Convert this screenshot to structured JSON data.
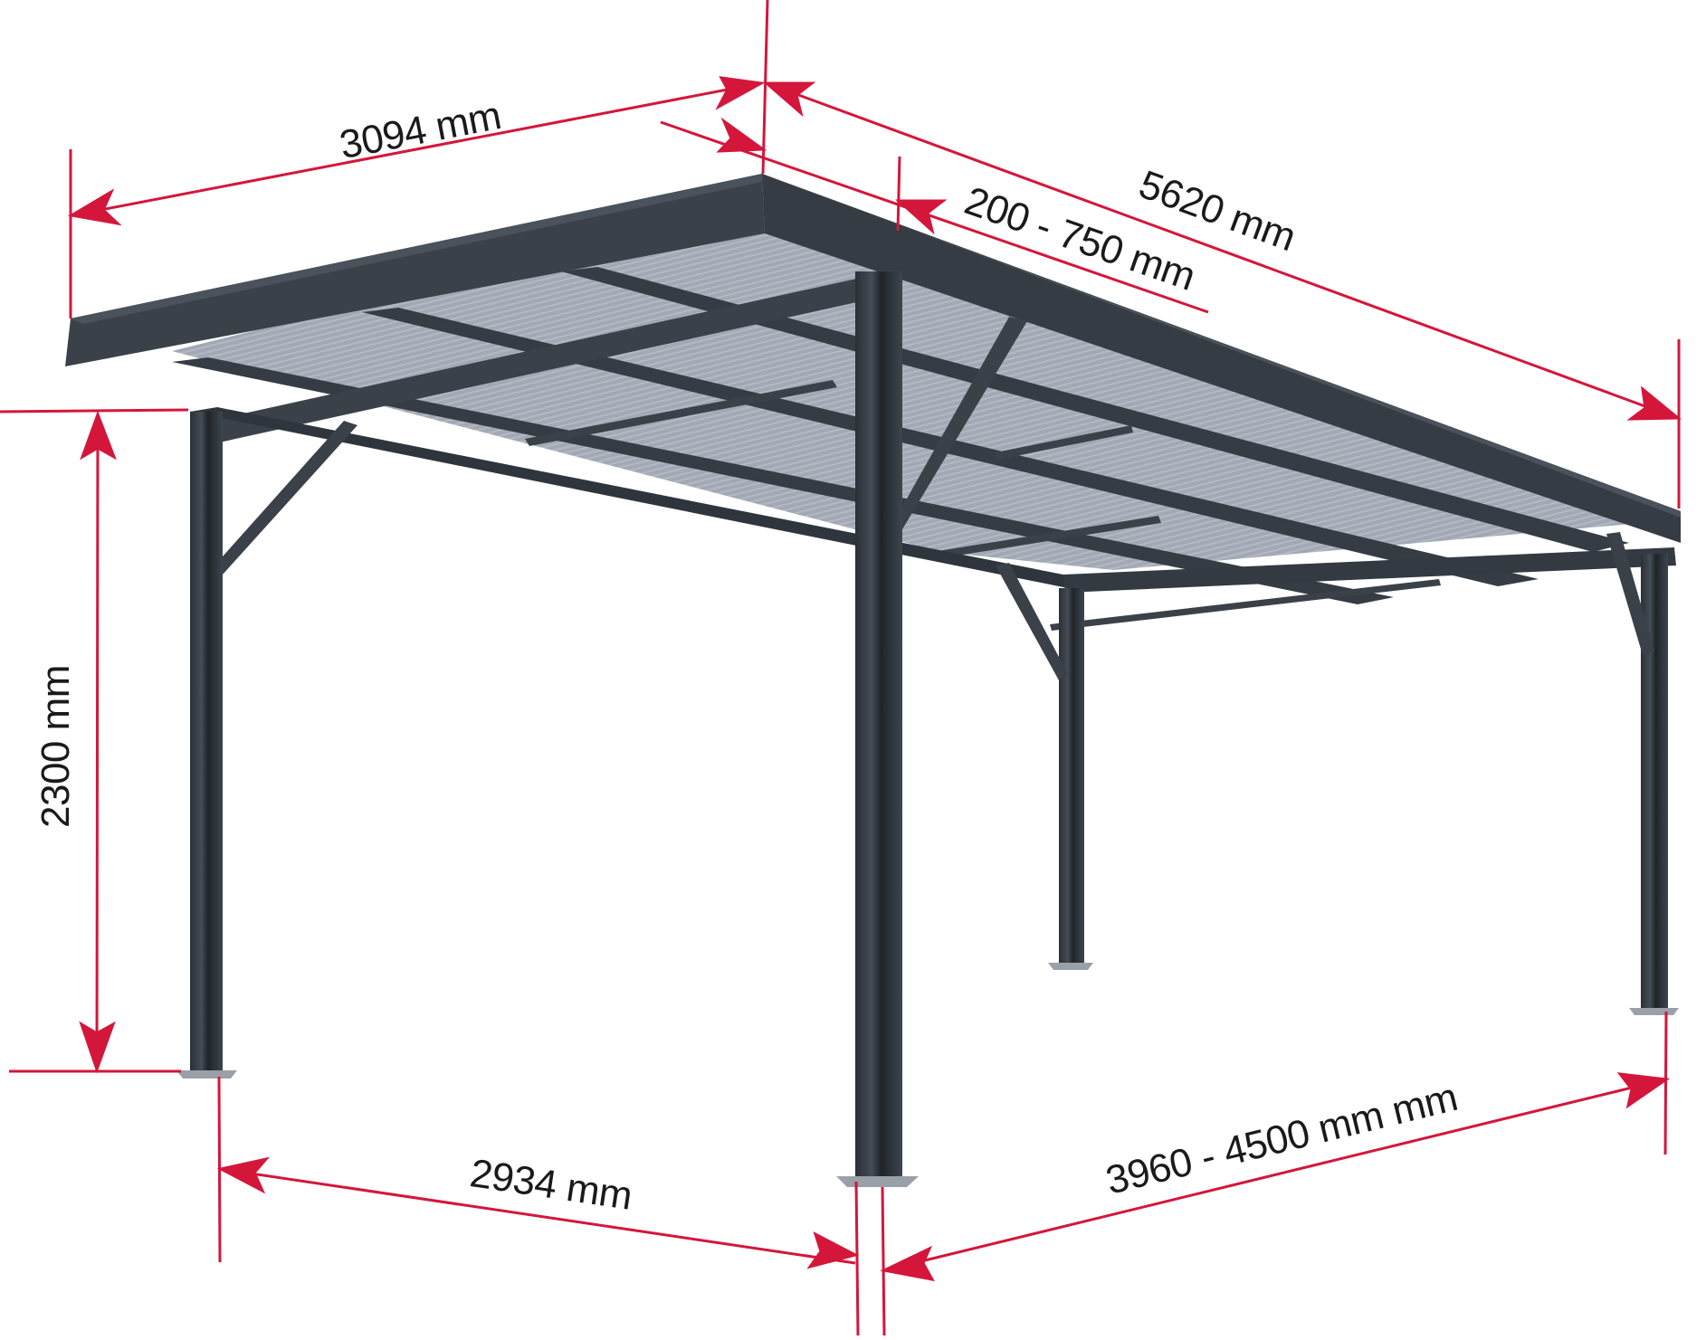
{
  "diagram": {
    "subject": "Carport with polycarbonate roof panels",
    "colors": {
      "dimension_line": "#d4163b",
      "frame": "#3a4149",
      "frame_dark": "#2b3137",
      "panel": "#9ea5b0",
      "panel_light": "#b4bac4",
      "label_text": "#1a1a1a",
      "background": "#ffffff"
    },
    "dimensions": {
      "roof_width": {
        "label": "3094 mm"
      },
      "roof_length": {
        "label": "5620 mm"
      },
      "overhang": {
        "label": "200 - 750 mm"
      },
      "clearance_height": {
        "label": "2300 mm"
      },
      "post_spacing_front": {
        "label": "2934 mm"
      },
      "post_spacing_side": {
        "label": "3960 - 4500 mm mm"
      }
    }
  }
}
